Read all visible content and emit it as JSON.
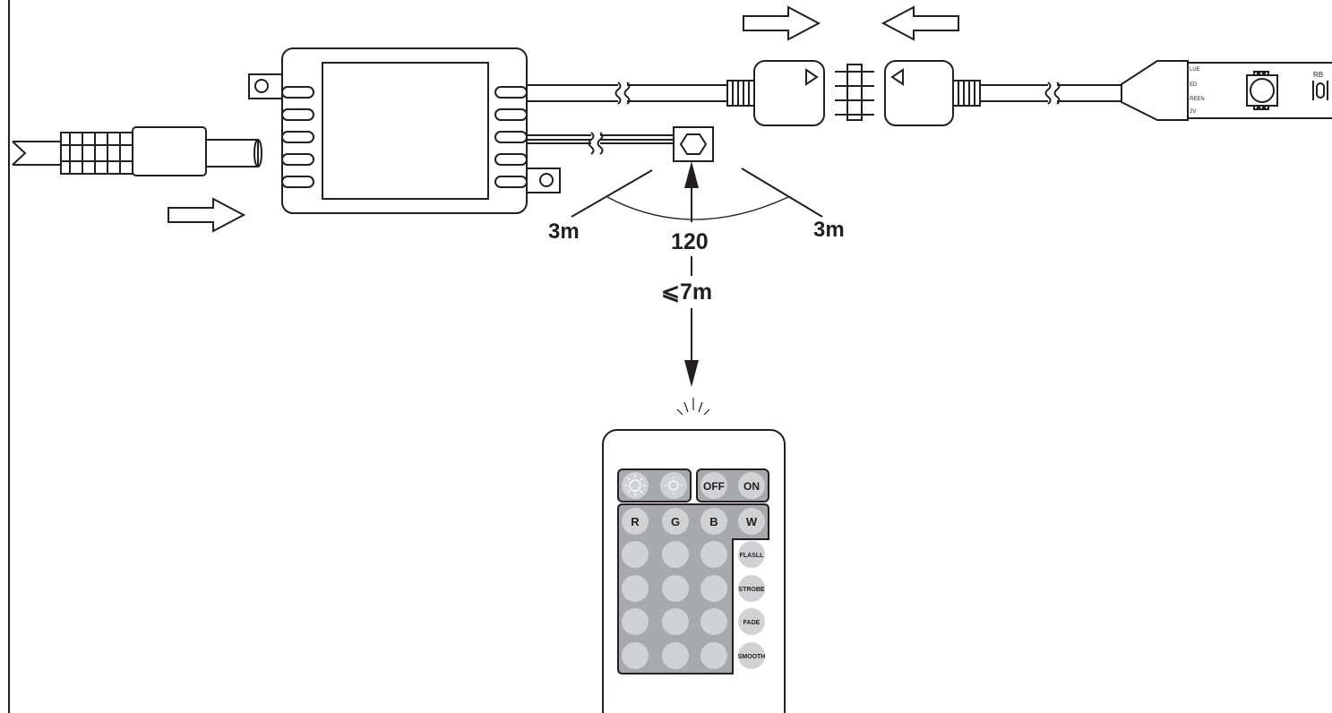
{
  "labels": {
    "dist_left": "3m",
    "dist_right": "3m",
    "angle": "120",
    "range": "⩽7m"
  },
  "strip": {
    "pin_labels": [
      "LUE",
      "ED",
      "REEN",
      "2V"
    ],
    "corner_label": "RB"
  },
  "remote": {
    "buttons": {
      "brightness_up": "brightness-up-icon",
      "brightness_down": "brightness-down-icon",
      "off": "OFF",
      "on": "ON",
      "r": "R",
      "g": "G",
      "b": "B",
      "w": "W",
      "flash": "FLASLL",
      "strobe": "STROBE",
      "fade": "FADE",
      "smooth": "SMOOTH"
    }
  },
  "colors": {
    "line": "#231f20",
    "button_fill": "#d1d2d3",
    "panel_fill": "#a7a9ac"
  }
}
